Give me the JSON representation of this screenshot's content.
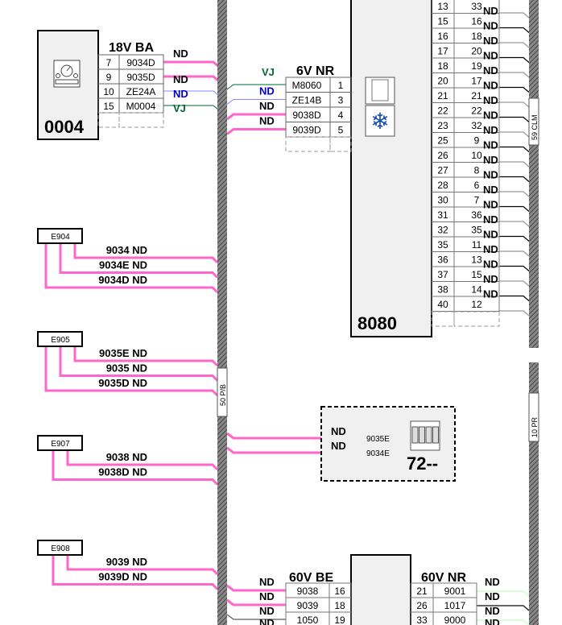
{
  "colors": {
    "pink": "#ff66cc",
    "blue": "#0000cc",
    "blue_wire": "#8888ff",
    "green": "#006633",
    "gray_wire": "#999999",
    "light_green_wire": "#ccffcc"
  },
  "harness_labels": {
    "left_trunk": "50 P/B",
    "right_trunk_top": "59 CLM",
    "right_trunk_bottom": "10 PR"
  },
  "comp_0004": {
    "id": "0004",
    "icon": "gauge-icon",
    "connector": "18V BA",
    "rows": [
      {
        "pin": "7",
        "wire": "9034D",
        "color_label": "ND",
        "color": "pink"
      },
      {
        "pin": "9",
        "wire": "9035D",
        "color_label": "ND",
        "color": "pink"
      },
      {
        "pin": "10",
        "wire": "ZE24A",
        "color_label": "ND",
        "color": "blue"
      },
      {
        "pin": "15",
        "wire": "M0004",
        "color_label": "VJ",
        "color": "green"
      }
    ]
  },
  "comp_8080": {
    "id": "8080",
    "icons": [
      "chip-icon",
      "snowflake-icon"
    ],
    "connector_left": "6V NR",
    "left_rows": [
      {
        "wire": "M8060",
        "pin": "1",
        "color_label": "VJ",
        "color": "green"
      },
      {
        "wire": "ZE14B",
        "pin": "3",
        "color_label": "ND",
        "color": "blue"
      },
      {
        "wire": "9038D",
        "pin": "4",
        "color_label": "ND",
        "color": "pink"
      },
      {
        "wire": "9039D",
        "pin": "5",
        "color_label": "ND",
        "color": "pink"
      }
    ],
    "right_rows": [
      {
        "pin": "13",
        "wire": "33",
        "color_label": "ND"
      },
      {
        "pin": "15",
        "wire": "16",
        "color_label": "ND"
      },
      {
        "pin": "16",
        "wire": "18",
        "color_label": "ND"
      },
      {
        "pin": "17",
        "wire": "20",
        "color_label": "ND"
      },
      {
        "pin": "18",
        "wire": "19",
        "color_label": "ND"
      },
      {
        "pin": "20",
        "wire": "17",
        "color_label": "ND"
      },
      {
        "pin": "21",
        "wire": "21",
        "color_label": "ND"
      },
      {
        "pin": "22",
        "wire": "22",
        "color_label": "ND"
      },
      {
        "pin": "23",
        "wire": "32",
        "color_label": "ND"
      },
      {
        "pin": "25",
        "wire": "9",
        "color_label": "ND"
      },
      {
        "pin": "26",
        "wire": "10",
        "color_label": "ND"
      },
      {
        "pin": "27",
        "wire": "8",
        "color_label": "ND"
      },
      {
        "pin": "28",
        "wire": "6",
        "color_label": "ND"
      },
      {
        "pin": "30",
        "wire": "7",
        "color_label": "ND"
      },
      {
        "pin": "31",
        "wire": "36",
        "color_label": "ND"
      },
      {
        "pin": "32",
        "wire": "35",
        "color_label": "ND"
      },
      {
        "pin": "35",
        "wire": "11",
        "color_label": "ND"
      },
      {
        "pin": "36",
        "wire": "13",
        "color_label": "ND"
      },
      {
        "pin": "37",
        "wire": "15",
        "color_label": "ND"
      },
      {
        "pin": "38",
        "wire": "14",
        "color_label": "ND"
      },
      {
        "pin": "40",
        "wire": "12",
        "color_label": ""
      }
    ]
  },
  "splices": [
    {
      "id": "E904",
      "wires": [
        "9034 ND",
        "9034E ND",
        "9034D ND"
      ]
    },
    {
      "id": "E905",
      "wires": [
        "9035E ND",
        "9035 ND",
        "9035D ND"
      ]
    },
    {
      "id": "E907",
      "wires": [
        "9038 ND",
        "9038D ND"
      ]
    },
    {
      "id": "E908",
      "wires": [
        "9039 ND",
        "9039D ND"
      ]
    }
  ],
  "comp_72": {
    "id": "72--",
    "icon": "switch-block-icon",
    "wires": [
      {
        "label": "9035E",
        "color_label": "ND"
      },
      {
        "label": "9034E",
        "color_label": "ND"
      }
    ]
  },
  "comp_bottom": {
    "connector_left": "60V BE",
    "connector_right": "60V NR",
    "left_rows": [
      {
        "wire": "9038",
        "pin": "16",
        "color_label": "ND"
      },
      {
        "wire": "9039",
        "pin": "18",
        "color_label": "ND"
      },
      {
        "wire": "1050",
        "pin": "19",
        "color_label": "ND"
      }
    ],
    "right_rows": [
      {
        "pin": "21",
        "wire": "9001",
        "color_label": "ND"
      },
      {
        "pin": "26",
        "wire": "1017",
        "color_label": "ND"
      },
      {
        "pin": "33",
        "wire": "9000",
        "color_label": "ND"
      }
    ],
    "extra_color_labels_left": [
      "ND"
    ],
    "extra_color_labels_right": [
      "ND"
    ]
  }
}
